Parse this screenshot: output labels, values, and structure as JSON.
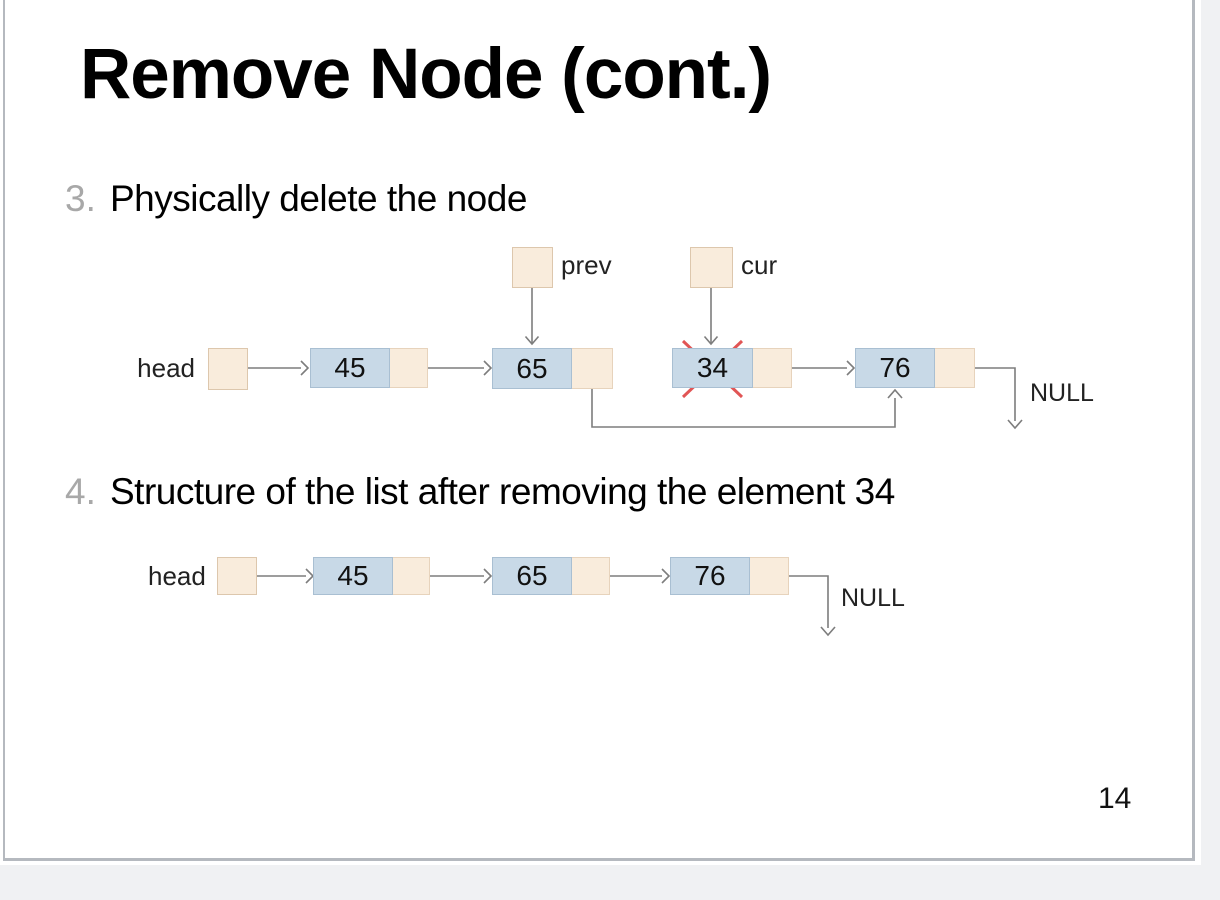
{
  "slide": {
    "title": "Remove Node (cont.)",
    "page_number": "14",
    "steps": [
      {
        "number": "3.",
        "text": "Physically delete the node"
      },
      {
        "number": "4.",
        "text": "Structure of the list after removing the element 34"
      }
    ]
  },
  "diagram_delete": {
    "head_label": "head",
    "prev_label": "prev",
    "cur_label": "cur",
    "null_label": "NULL",
    "nodes": [
      "45",
      "65",
      "34",
      "76"
    ],
    "removed_value": "34"
  },
  "diagram_after": {
    "head_label": "head",
    "null_label": "NULL",
    "nodes": [
      "45",
      "65",
      "76"
    ]
  },
  "colors": {
    "data_cell_fill": "#c8d9e7",
    "data_cell_border": "#a9bfd2",
    "pointer_cell_fill": "#f9ecdc",
    "pointer_cell_border": "#e7d3bc",
    "arrow": "#7d7d7d",
    "removed_cross": "#e15555",
    "step_number_grey": "#a8a8a8",
    "slide_border": "#b5b9bf",
    "outside_background": "#f0f1f3"
  }
}
